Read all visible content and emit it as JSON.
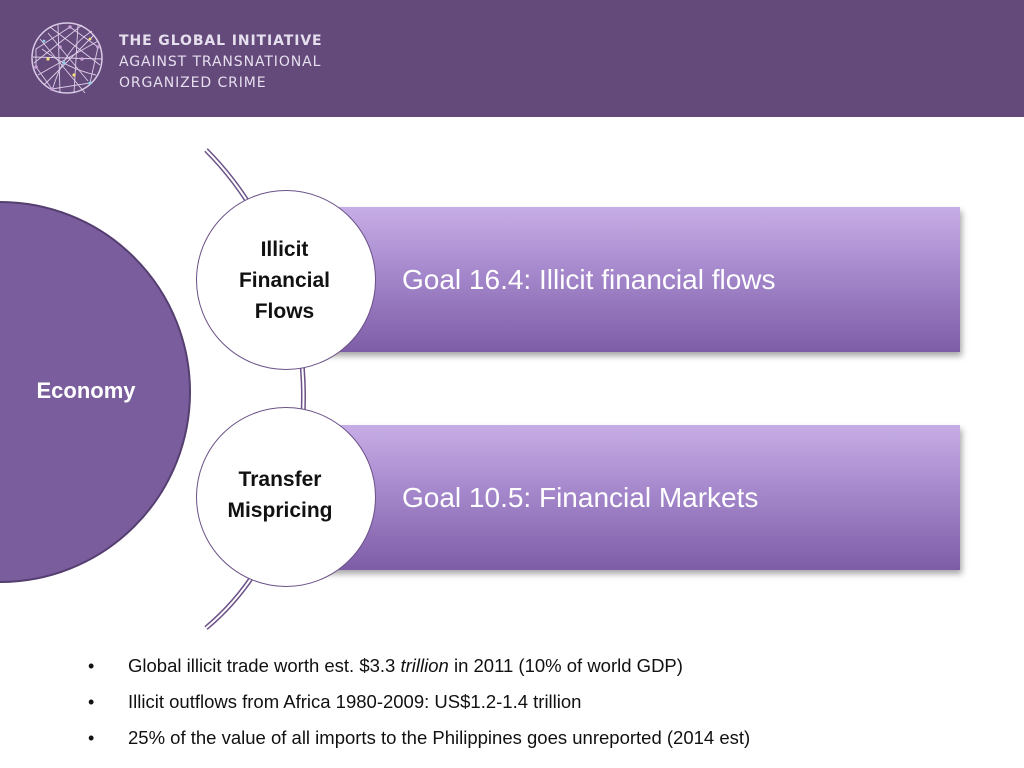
{
  "header": {
    "org_name_line1": "THE GLOBAL INITIATIVE",
    "org_name_line2": "AGAINST TRANSNATIONAL",
    "org_name_line3": "ORGANIZED CRIME",
    "logo_icon": "network-globe-icon",
    "background_color": "#644a7b"
  },
  "diagram": {
    "center_label": "Economy",
    "items": [
      {
        "circle_lines": [
          "Illicit",
          "Financial",
          "Flows"
        ],
        "goal": "Goal 16.4: Illicit financial flows"
      },
      {
        "circle_lines": [
          "Transfer",
          "Mispricing"
        ],
        "goal": "Goal 10.5:  Financial Markets"
      }
    ],
    "colors": {
      "economy": "#7a5d9c",
      "bar_top": "#c7ade6",
      "bar_bottom": "#7e5da7"
    }
  },
  "bullets": {
    "item1_pre": "Global illicit trade worth est. $3.3 ",
    "item1_em": "trillion",
    "item1_post": " in 2011 (10% of world GDP)",
    "item2": "Illicit outflows from Africa 1980-2009: US$1.2-1.4 trillion",
    "item3": "25% of the value of all imports to the Philippines goes unreported (2014 est)",
    "bullet_glyph": "•"
  }
}
